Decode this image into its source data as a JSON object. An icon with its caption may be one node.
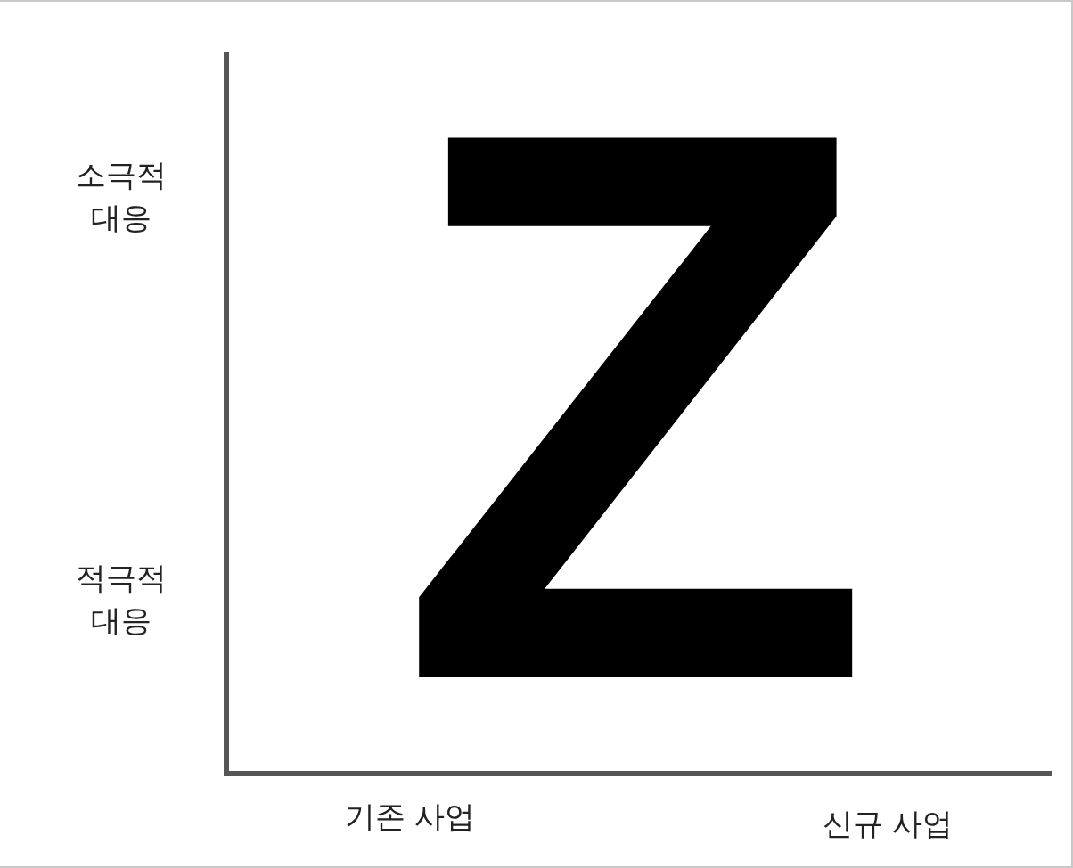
{
  "diagram": {
    "labels": [
      "소극적 대응",
      "Z",
      "적극적 대응",
      "기존 사업",
      "신규 사업"
    ]
  }
}
